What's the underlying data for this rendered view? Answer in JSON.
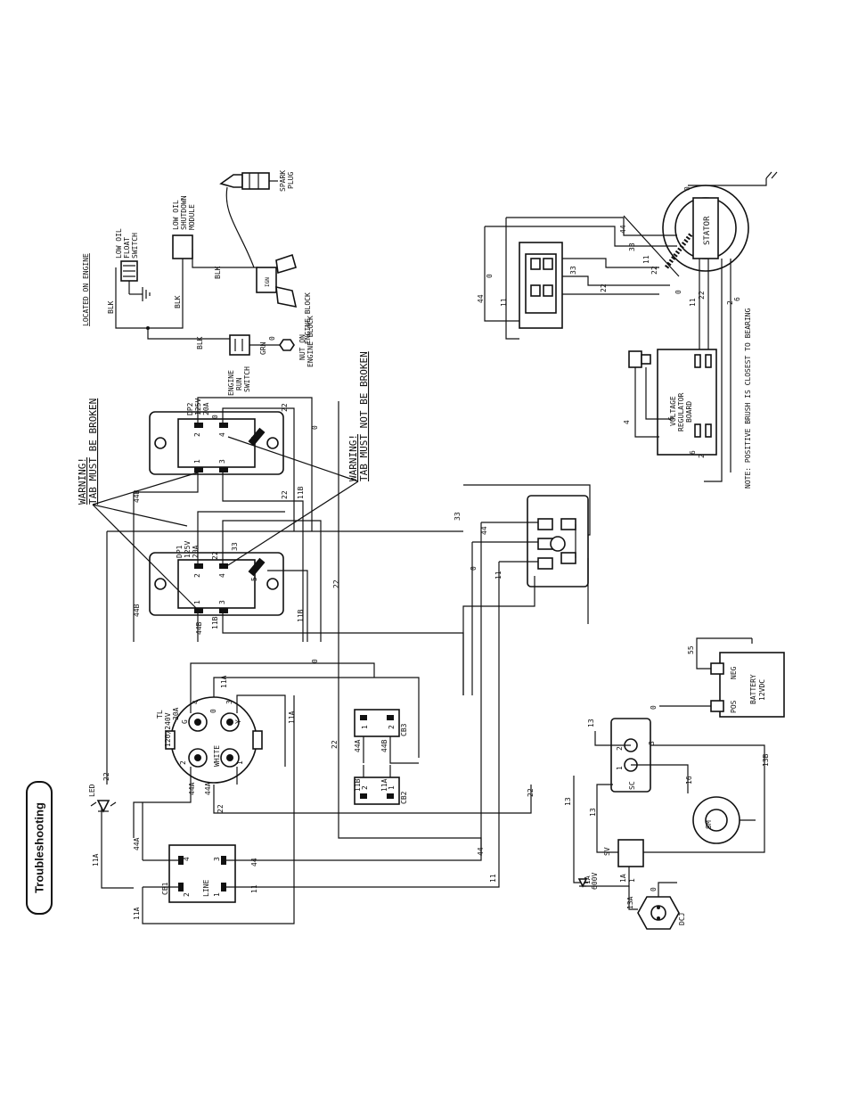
{
  "section_tab": "Troubleshooting",
  "labels": {
    "located_on_engine": "LOCATED ON ENGINE",
    "low_oil_float_switch": [
      "LOW OIL",
      "FLOAT",
      "SWITCH"
    ],
    "low_oil_shutdown_module": [
      "LOW OIL",
      "SHUTDOWN",
      "MODULE"
    ],
    "spark_plug": [
      "SPARK",
      "PLUG"
    ],
    "ign": "IGN",
    "engine_block": "ENGINE BLOCK",
    "engine_run_switch": [
      "ENGINE",
      "RUN",
      "SWITCH"
    ],
    "nut_on_engine_block": [
      "NUT ON",
      "ENGINE BLOCK"
    ],
    "blk": "BLK",
    "grn": "GRN",
    "warning_top": [
      "WARNING!",
      "TAB MUST BE BROKEN"
    ],
    "warning_bottom": [
      "WARNING!",
      "TAB MUST NOT BE BROKEN"
    ],
    "dp2": [
      "DP2",
      "125V",
      "20A"
    ],
    "dp1": [
      "DP1",
      "125V",
      "20A"
    ],
    "tl": [
      "TL",
      "120/240V",
      "30A"
    ],
    "white": "WHITE",
    "led": "LED",
    "cb1": "CB1",
    "cb1_line": "LINE",
    "cb2": "CB2",
    "cb3": "CB3",
    "stator": "STATOR",
    "vr_board": [
      "VOLTAGE",
      "REGULATOR",
      "BOARD"
    ],
    "note": "NOTE: POSITIVE BRUSH IS CLOSEST TO BEARING",
    "battery": [
      "BATTERY",
      "12VDC"
    ],
    "pos": "POS",
    "neg": "NEG",
    "sc": "SC",
    "sm": "SM",
    "sv": "SV",
    "dcj": "DCJ",
    "diode": [
      "1A",
      "600V"
    ]
  },
  "wire_numbers": [
    "0",
    "2",
    "4",
    "6",
    "11",
    "11A",
    "11B",
    "13",
    "13A",
    "13B",
    "16",
    "22",
    "33",
    "44",
    "44A",
    "44B",
    "55",
    "1A"
  ]
}
